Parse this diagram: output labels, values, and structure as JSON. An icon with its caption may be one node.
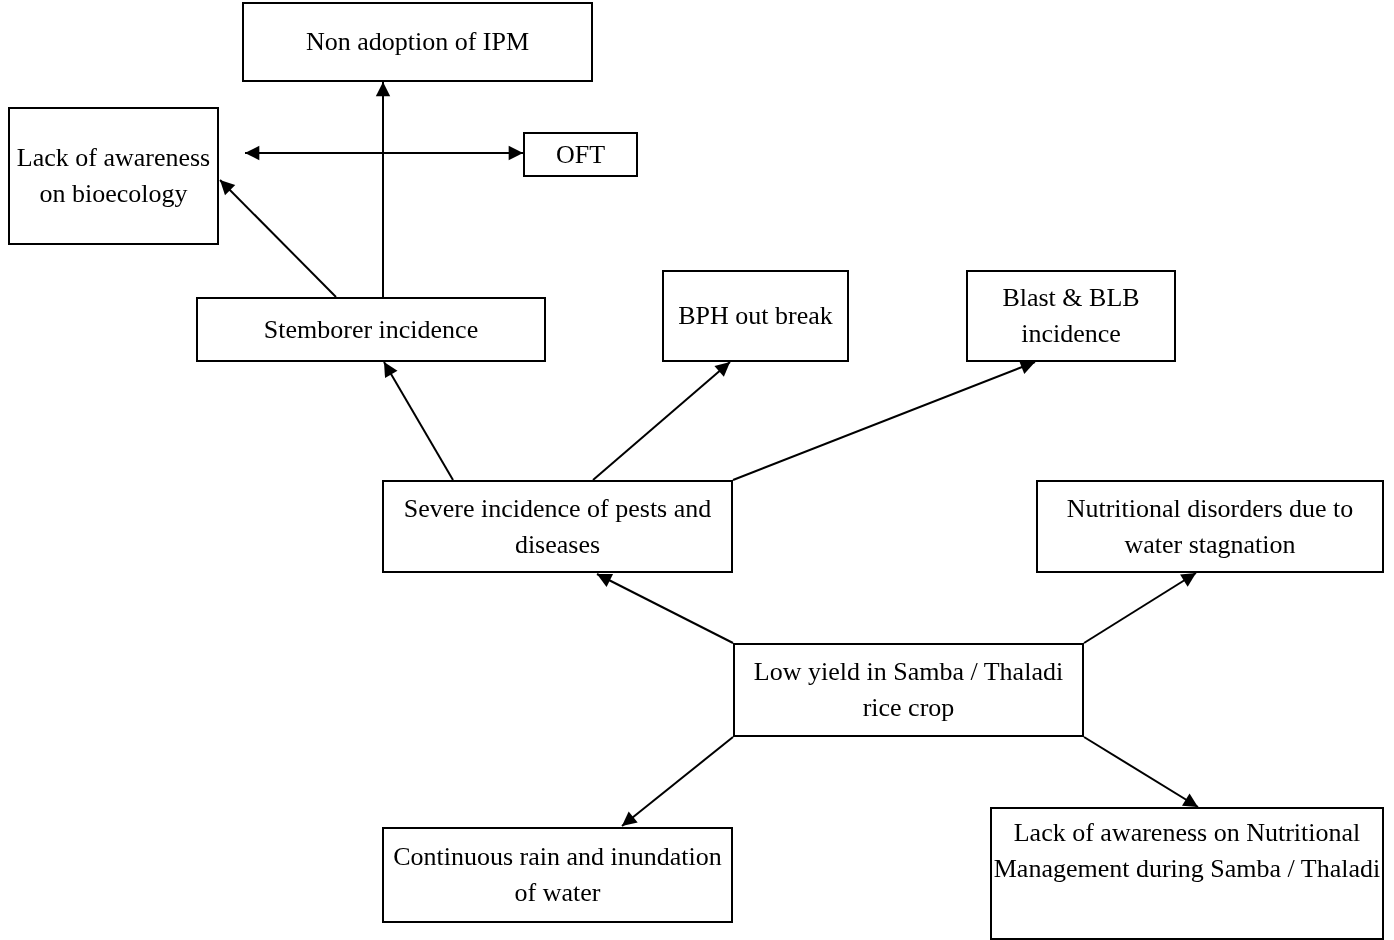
{
  "diagram": {
    "nodes": [
      {
        "text": [
          "Non adoption of IPM"
        ]
      },
      {
        "text": [
          "Lack of awareness on bioecology"
        ]
      },
      {
        "text": [
          "OFT"
        ]
      },
      {
        "text": [
          "Stemborer incidence"
        ]
      },
      {
        "text": [
          "BPH out break"
        ]
      },
      {
        "text": [
          "Blast & BLB incidence"
        ]
      },
      {
        "text": [
          "Severe incidence of pests and diseases"
        ]
      },
      {
        "text": [
          "Nutritional disorders due to water stagnation"
        ]
      },
      {
        "text": [
          "Low yield in Samba / Thaladi rice crop"
        ]
      },
      {
        "text": [
          "Continuous rain and inundation of water"
        ]
      },
      {
        "text": [
          "Lack of awareness on Nutritional Management during Samba / Thaladi"
        ]
      }
    ],
    "edges": [
      {
        "from": 3,
        "to": 0,
        "arrow": "to"
      },
      {
        "from": 3,
        "to": 1,
        "arrow": "to"
      },
      {
        "from": 1,
        "to": 2,
        "arrow": "both"
      },
      {
        "from": 6,
        "to": 3,
        "arrow": "to"
      },
      {
        "from": 6,
        "to": 4,
        "arrow": "to"
      },
      {
        "from": 6,
        "to": 5,
        "arrow": "to"
      },
      {
        "from": 8,
        "to": 6,
        "arrow": "to"
      },
      {
        "from": 8,
        "to": 7,
        "arrow": "to"
      },
      {
        "from": 8,
        "to": 9,
        "arrow": "to"
      },
      {
        "from": 8,
        "to": 10,
        "arrow": "to"
      }
    ]
  }
}
